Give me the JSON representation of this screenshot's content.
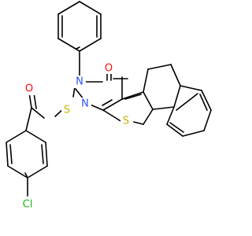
{
  "molecule": {
    "atoms": [
      {
        "id": "O1",
        "symbol": "O",
        "color": "#FF0D0D"
      },
      {
        "id": "N1",
        "symbol": "N",
        "color": "#3050F8"
      },
      {
        "id": "N2",
        "symbol": "N",
        "color": "#3050F8"
      },
      {
        "id": "S1",
        "symbol": "S",
        "color": "#C8B400"
      },
      {
        "id": "S2",
        "symbol": "S",
        "color": "#C8B400"
      },
      {
        "id": "O2",
        "symbol": "O",
        "color": "#FF0D0D"
      },
      {
        "id": "Cl1",
        "symbol": "Cl",
        "color": "#1FB01F"
      }
    ]
  }
}
